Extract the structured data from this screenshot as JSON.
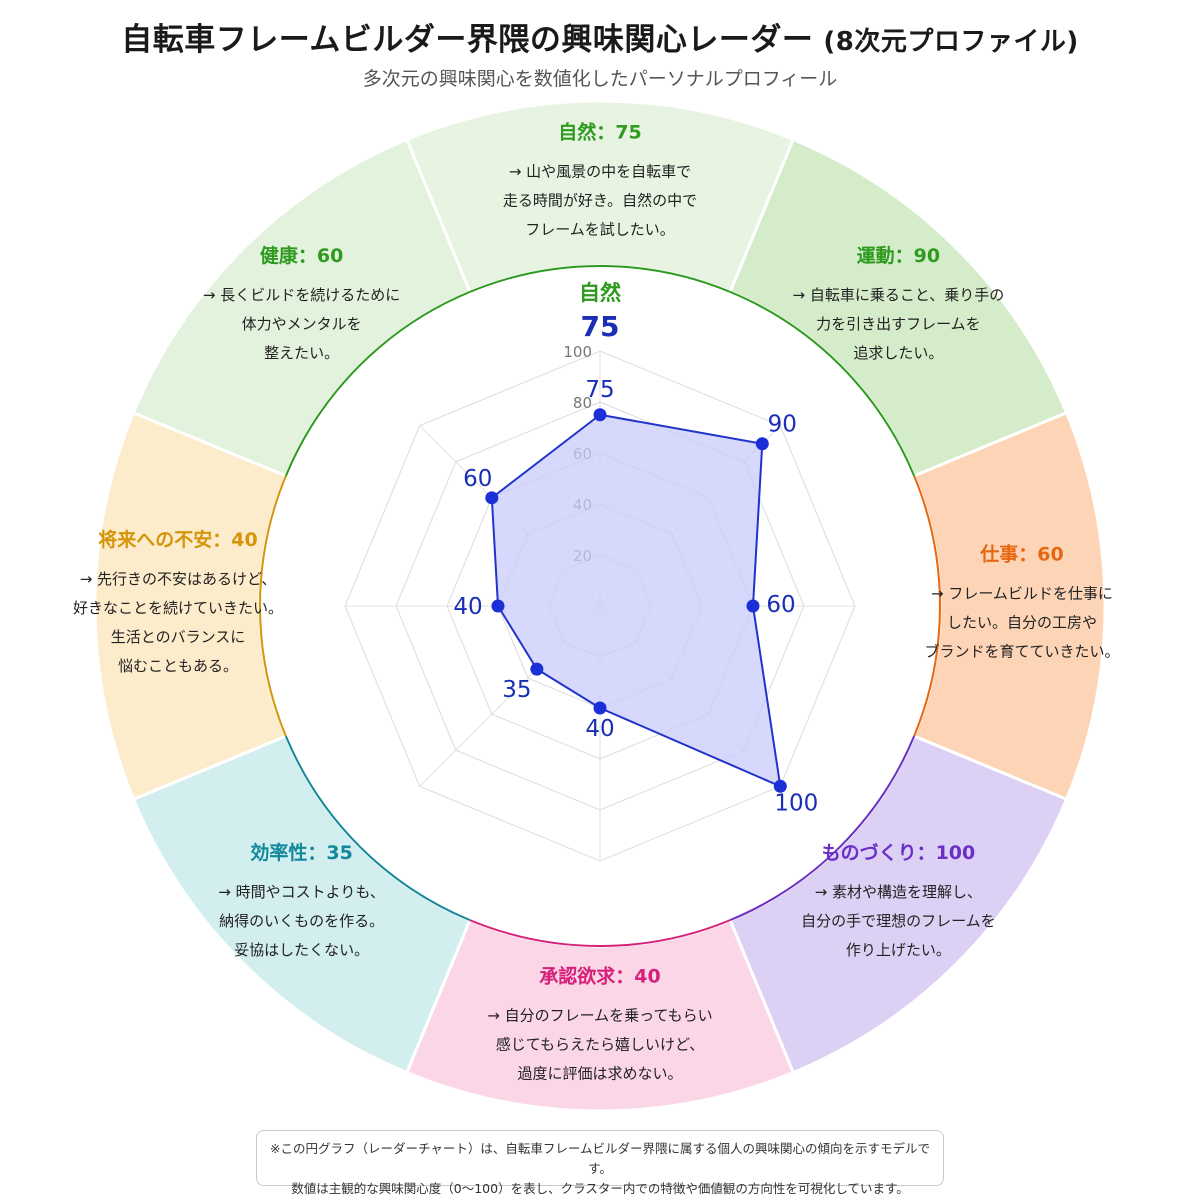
{
  "title": "自転車フレームビルダー界隈の興味関心レーダー",
  "title_suffix": "(8次元プロファイル)",
  "subtitle": "多次元の興味関心を数値化したパーソナルプロフィール",
  "arrow": "→",
  "top_label": "自然",
  "top_value": "75",
  "note": {
    "line1": "※この円グラフ（レーダーチャート）は、自転車フレームビルダー界隈に属する個人の興味関心の傾向を示すモデルです。",
    "line2": "数値は主観的な興味関心度（0〜100）を表し、クラスター内での特徴や価値観の方向性を可視化しています。"
  },
  "colors": {
    "radar_fill": "#c8ccfb",
    "radar_stroke": "#2233cc",
    "point": "#1b2fd6",
    "value_text": "#1a2fb5"
  },
  "chart_data": {
    "type": "radar",
    "scale": [
      0,
      100
    ],
    "ticks": [
      "20",
      "40",
      "60",
      "80",
      "100"
    ],
    "axes": [
      {
        "name": "自然",
        "value": 75,
        "header": "自然：75",
        "desc": [
          "山や風景の中を自転車で",
          "走る時間が好き。自然の中で",
          "フレームを試したい。"
        ],
        "color": "#2e9a1f",
        "bg": "#e6f4e1"
      },
      {
        "name": "運動",
        "value": 90,
        "header": "運動：90",
        "desc": [
          "自転車に乗ること、乗り手の",
          "力を引き出すフレームを",
          "追求したい。"
        ],
        "color": "#2e9a1f",
        "bg": "#d4ecca"
      },
      {
        "name": "仕事",
        "value": 60,
        "header": "仕事：60",
        "desc": [
          "フレームビルドを仕事に",
          "したい。自分の工房や",
          "ブランドを育てていきたい。"
        ],
        "color": "#e5670f",
        "bg": "#fdd5b6"
      },
      {
        "name": "ものづくり",
        "value": 100,
        "header": "ものづくり：100",
        "desc": [
          "素材や構造を理解し、",
          "自分の手で理想のフレームを",
          "作り上げたい。"
        ],
        "color": "#6a2fc4",
        "bg": "#ddd0f5"
      },
      {
        "name": "承認欲求",
        "value": 40,
        "header": "承認欲求：40",
        "desc": [
          "自分のフレームを乗ってもらい",
          "感じてもらえたら嬉しいけど、",
          "過度に評価は求めない。"
        ],
        "color": "#d6217a",
        "bg": "#fbd6e6"
      },
      {
        "name": "効率性",
        "value": 35,
        "header": "効率性：35",
        "desc": [
          "時間やコストよりも、",
          "納得のいくものを作る。",
          "妥協はしたくない。"
        ],
        "color": "#12889a",
        "bg": "#d2eeef"
      },
      {
        "name": "将来への不安",
        "value": 40,
        "header": "将来への不安：40",
        "desc": [
          "先行きの不安はあるけど、",
          "好きなことを続けていきたい。",
          "生活とのバランスに",
          "悩むこともある。"
        ],
        "color": "#d4950b",
        "bg": "#fdeccb"
      },
      {
        "name": "健康",
        "value": 60,
        "header": "健康：60",
        "desc": [
          "長くビルドを続けるために",
          "体力やメンタルを",
          "整えたい。"
        ],
        "color": "#2e9a1f",
        "bg": "#e3f2dd"
      }
    ]
  }
}
